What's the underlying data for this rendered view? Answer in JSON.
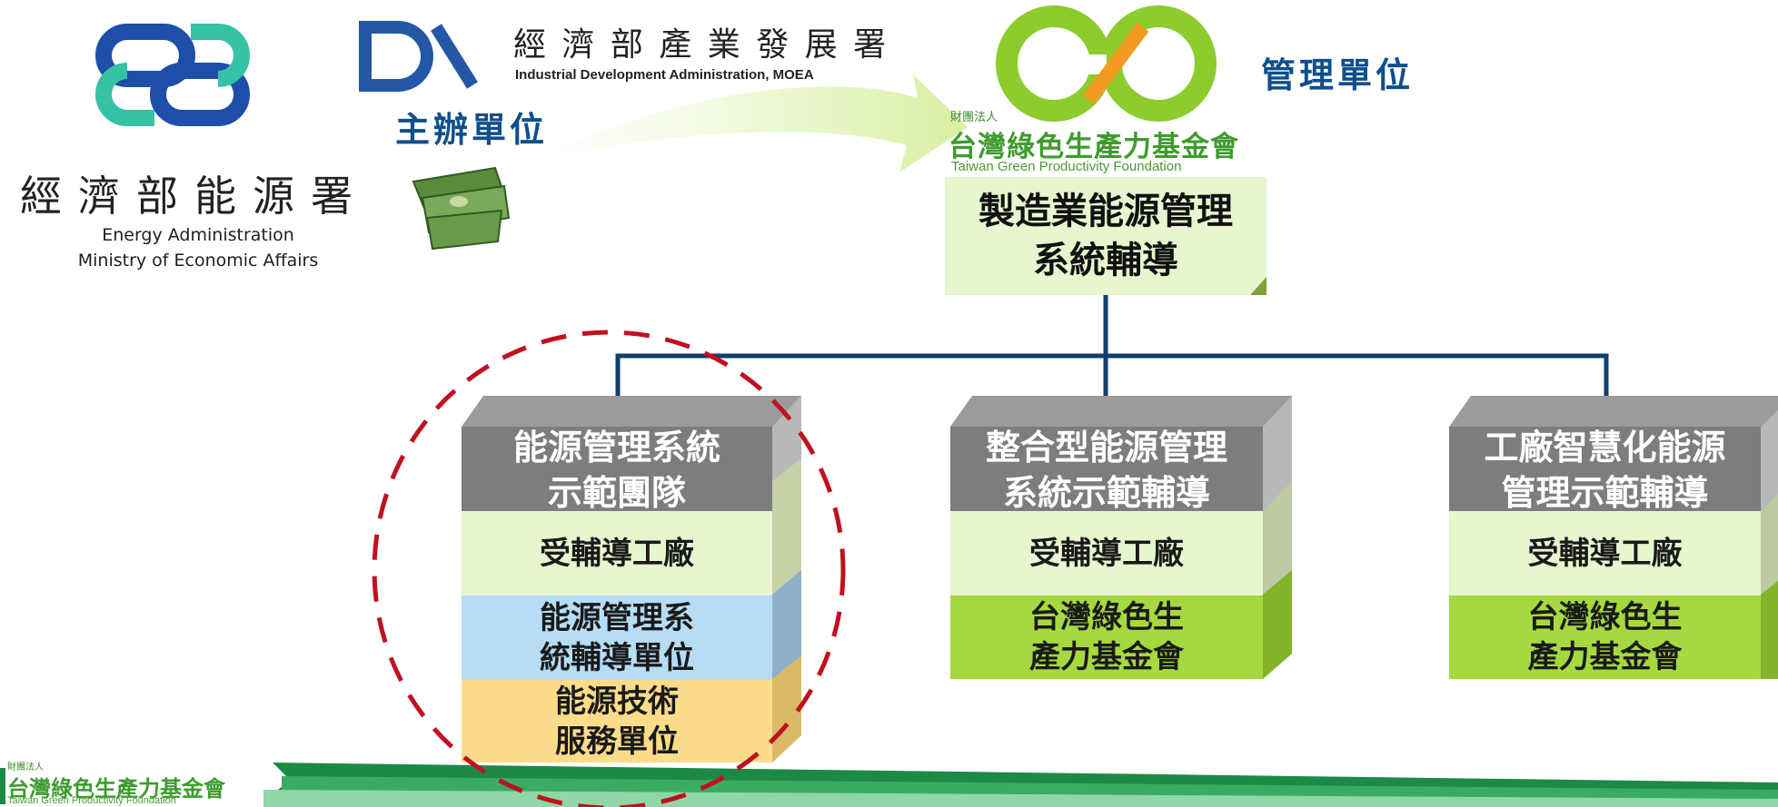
{
  "organizer": {
    "label": "主辦單位",
    "energy_admin": {
      "name_zh": "經濟部能源署",
      "name_en_1": "Energy Administration",
      "name_en_2": "Ministry of Economic Affairs"
    },
    "ida": {
      "name_zh": "經 濟 部 產 業 發 展 署",
      "name_en": "Industrial Development Administration, MOEA"
    }
  },
  "manager": {
    "label": "管理單位",
    "foundation": {
      "prefix": "財團法人",
      "name_zh": "台灣綠色生產力基金會",
      "name_en": "Taiwan Green Productivity Foundation"
    }
  },
  "program": {
    "title": "製造業能源管理\n系統輔導"
  },
  "branches": [
    {
      "title": "能源管理系統\n示範團隊",
      "rows": [
        "受輔導工廠",
        "能源管理系\n統輔導單位",
        "能源技術\n服務單位"
      ]
    },
    {
      "title": "整合型能源管理\n系統示範輔導",
      "rows": [
        "受輔導工廠",
        "台灣綠色生\n產力基金會"
      ]
    },
    {
      "title": "工廠智慧化能源\n管理示範輔導",
      "rows": [
        "受輔導工廠",
        "台灣綠色生\n產力基金會"
      ]
    }
  ],
  "footer": {
    "prefix": "財團法人",
    "name_zh": "台灣綠色生產力基金會",
    "name_en": "Taiwan Green Productivity Foundation"
  },
  "colors": {
    "navy": "#0f3f6b",
    "header_gray": "#7d7d7d",
    "light_green": "#e8f6cf",
    "lime": "#a6d93f",
    "light_blue": "#b6dcf6",
    "yellow": "#fbdc8b",
    "dashed_red": "#c0111f"
  }
}
